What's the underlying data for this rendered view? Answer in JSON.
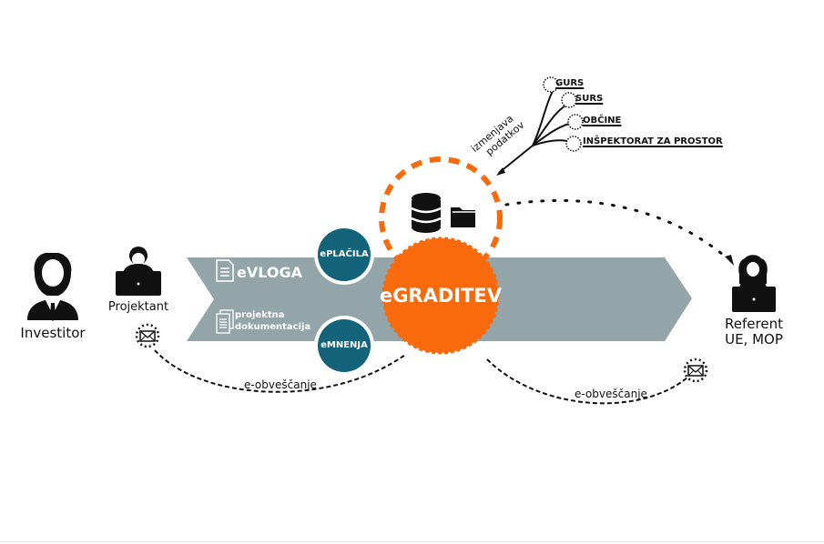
{
  "colors": {
    "banner": "#94a5aa",
    "orange": "#f96a0c",
    "teal": "#13637a",
    "ink": "#111111"
  },
  "actors": {
    "investitor": {
      "label": "Investitor",
      "icon": "businessman-icon"
    },
    "projektant": {
      "label": "Projektant",
      "icon": "man-laptop-icon"
    },
    "referent": {
      "label_line1": "Referent",
      "label_line2": "UE, MOP",
      "icon": "woman-laptop-icon"
    }
  },
  "banner": {
    "evloga": "eVLOGA",
    "doc_line1": "projektna",
    "doc_line2": "dokumentacija"
  },
  "services": {
    "eplacila": "ePLAČILA",
    "emnenja": "eMNENJA",
    "center": "eGRADITEV"
  },
  "data_store": {
    "icons": [
      "database-icon",
      "folder-icon"
    ],
    "update_label_line1": "izmenjava",
    "update_label_line2": "podatkov"
  },
  "sources": [
    "GURS",
    "SURS",
    "OBČINE",
    "INŠPEKTORAT ZA PROSTOR"
  ],
  "notifications": {
    "left": "e-obveščanje",
    "right": "e-obveščanje"
  }
}
